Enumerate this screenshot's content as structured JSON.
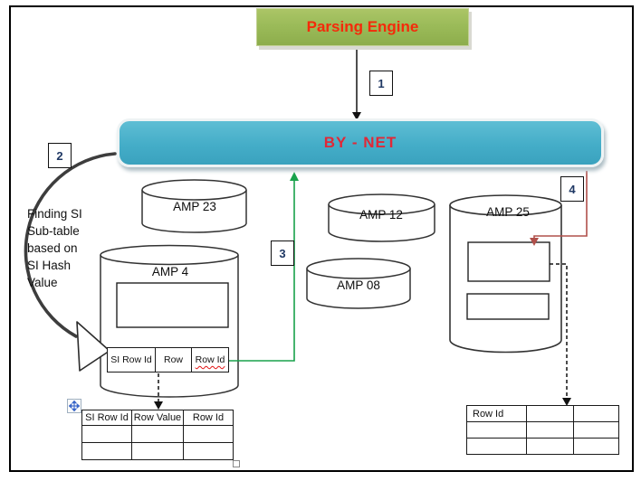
{
  "engine": {
    "label": "Parsing Engine"
  },
  "bynet": {
    "label": "BY - NET"
  },
  "steps": [
    "1",
    "2",
    "3",
    "4"
  ],
  "side_note": {
    "lines": [
      "Finding SI",
      "Sub-table",
      "based on",
      "SI Hash",
      "Value"
    ]
  },
  "amps": {
    "amp23": "AMP 23",
    "amp4": "AMP 4",
    "amp12": "AMP 12",
    "amp08": "AMP 08",
    "amp25": "AMP 25"
  },
  "si_subtable": {
    "cells": [
      "SI Row Id",
      "Row",
      "Row Id"
    ]
  },
  "left_table": {
    "headers": [
      "SI Row Id",
      "Row Value",
      "Row Id"
    ],
    "rows": [
      [
        "",
        "",
        ""
      ],
      [
        "",
        "",
        ""
      ]
    ]
  },
  "right_table": {
    "first_cell": "Row Id",
    "rows": [
      [
        "",
        "",
        ""
      ],
      [
        "",
        "",
        ""
      ],
      [
        "",
        "",
        ""
      ]
    ]
  },
  "colors": {
    "engine_green": "#9bbb59",
    "engine_text": "#f52a0a",
    "bynet_teal": "#44adc8",
    "bynet_text": "#e02837",
    "arrow_green": "#18a24b",
    "arrow_red": "#b0504b",
    "number_navy": "#1f3864",
    "squiggle_red": "#e11414"
  }
}
